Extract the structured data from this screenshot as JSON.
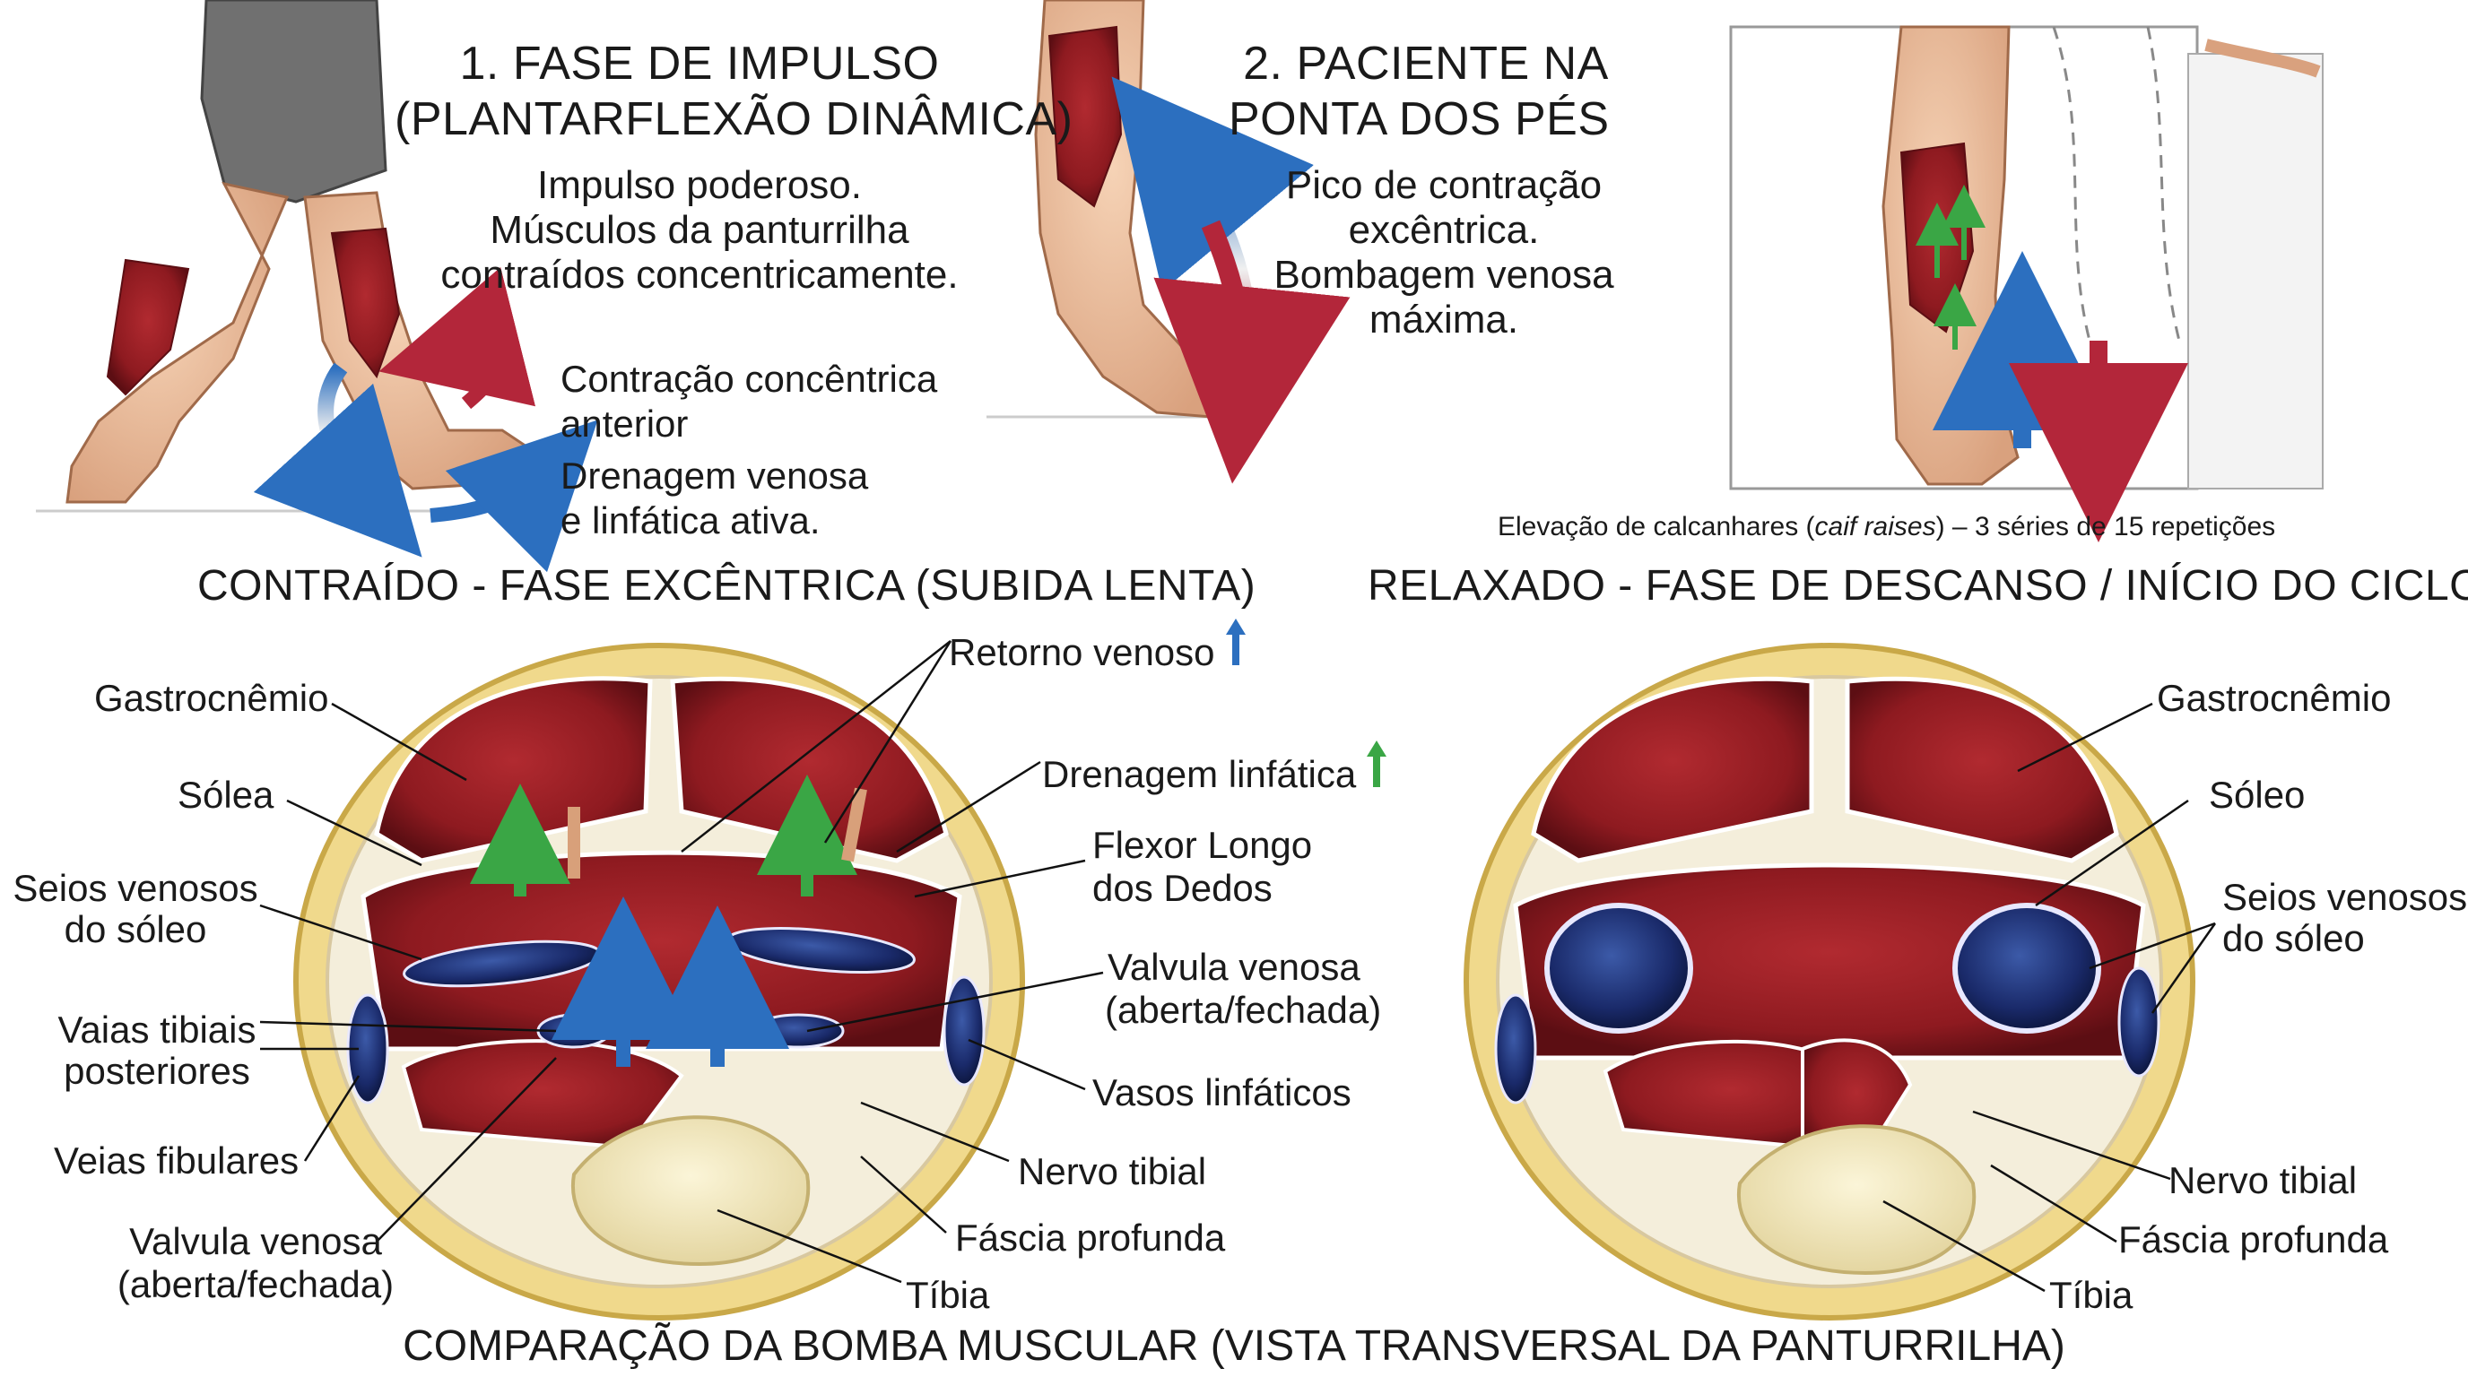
{
  "colors": {
    "muscle": "#9b1f25",
    "muscle_dark": "#6e1218",
    "fascia": "#f4eedb",
    "ring": "#e8c96a",
    "vein": "#1b2a72",
    "lymph_green": "#3aa645",
    "flow_blue": "#2c6fbf",
    "flow_red": "#b3263a"
  },
  "panels": [
    {
      "title_line1": "1. FASE DE IMPULSO",
      "title_line2": "(PLANTARFLEXÃO DINÂMICA)",
      "body": [
        "Impulso poderoso.",
        "Músculos da panturrilha",
        "contraídos concentricamente."
      ],
      "note_contraction": [
        "Contração concêntrica",
        "anterior"
      ],
      "note_drainage": [
        "Drenagem venosa",
        "e linfática ativa."
      ]
    },
    {
      "title_line1": "2. PACIENTE NA",
      "title_line2": "PONTA DOS PÉS",
      "body": [
        "Pico de contração",
        "excêntrica.",
        "Bombagem venosa",
        "máxima."
      ]
    },
    {
      "caption_pre": "Elevação de calcanhares (",
      "caption_italic": "caif raises",
      "caption_post": ") – 3 séries de 15 repetições"
    }
  ],
  "sections": {
    "left": "CONTRAÍDO - FASE EXCÊNTRICA (SUBIDA LENTA)",
    "right": "RELAXADO - FASE DE DESCANSO / INÍCIO DO CICLO"
  },
  "left_labels": {
    "gastrocnemio": "Gastrocnêmio",
    "soleo": "Sólea",
    "seios_1": "Seios venosos",
    "seios_2": "do sóleo",
    "tibiais_1": "Vaias tibiais",
    "tibiais_2": "posteriores",
    "fibulares": "Veias fibulares",
    "valvula_1": "Valvula venosa",
    "valvula_2": "(aberta/fechada)",
    "retorno": "Retorno venoso",
    "drenagem": "Drenagem linfática",
    "flexor_1": "Flexor Longo",
    "flexor_2": "dos Dedos",
    "valvula_r1": "Valvula venosa",
    "valvula_r2": "(aberta/fechada)",
    "linfaticos": "Vasos linfáticos",
    "nervo": "Nervo tibial",
    "fascia": "Fáscia profunda",
    "tibia": "Tíbia"
  },
  "right_labels": {
    "gastrocnemio": "Gastrocnêmio",
    "soleo": "Sóleo",
    "seios_1": "Seios venosos",
    "seios_2": "do sóleo",
    "nervo": "Nervo tibial",
    "fascia": "Fáscia profunda",
    "tibia": "Tíbia"
  },
  "footer": {
    "bold": "COMPARAÇÃO DA BOMBA MUSCULAR",
    "light": " (VISTA TRANSVERSAL DA PANTURRILHA)"
  },
  "icons": [
    "leg-walking-illustration",
    "leg-tiptoe-illustration",
    "leg-calf-raise-illustration",
    "arrow-up-blue-icon",
    "arrow-up-green-icon"
  ]
}
